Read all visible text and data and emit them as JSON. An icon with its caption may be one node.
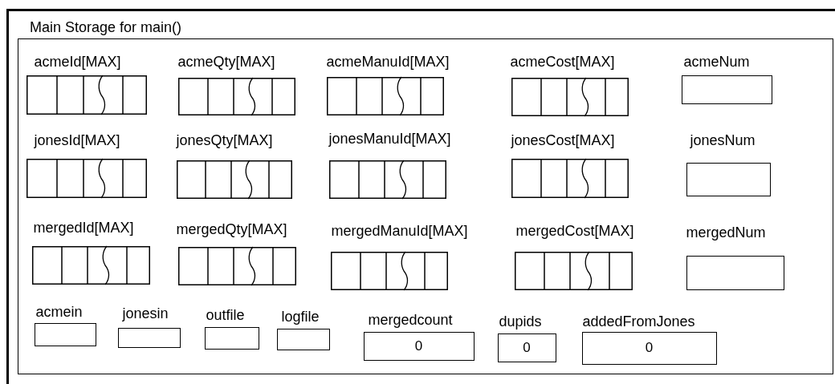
{
  "diagram": {
    "nodes": [
      {
        "text": [
          "Main Storage for main()"
        ]
      },
      {
        "text": [
          "acmeId[MAX]"
        ],
        "in": 0
      },
      {
        "text": [
          "acmeQty[MAX]"
        ],
        "in": 0
      },
      {
        "text": [
          "acmeManuId[MAX]"
        ],
        "in": 0
      },
      {
        "text": [
          "acmeCost[MAX]"
        ],
        "in": 0
      },
      {
        "text": [
          "acmeNum"
        ],
        "in": 0
      },
      {
        "text": [
          "jonesId[MAX]"
        ],
        "in": 0
      },
      {
        "text": [
          "jonesQty[MAX]"
        ],
        "in": 0
      },
      {
        "text": [
          "jonesManuId[MAX]"
        ],
        "in": 0
      },
      {
        "text": [
          "jonesCost[MAX]"
        ],
        "in": 0
      },
      {
        "text": [
          "jonesNum"
        ],
        "in": 0
      },
      {
        "text": [
          "mergedId[MAX]"
        ],
        "in": 0
      },
      {
        "text": [
          "mergedQty[MAX]"
        ],
        "in": 0
      },
      {
        "text": [
          "mergedManuId[MAX]"
        ],
        "in": 0
      },
      {
        "text": [
          "mergedCost[MAX]"
        ],
        "in": 0
      },
      {
        "text": [
          "mergedNum"
        ],
        "in": 0
      },
      {
        "text": [
          "acmein"
        ],
        "in": 0
      },
      {
        "text": [
          "jonesin"
        ],
        "in": 0
      },
      {
        "text": [
          "outfile"
        ],
        "in": 0
      },
      {
        "text": [
          "logfile"
        ],
        "in": 0
      },
      {
        "text": [
          "mergedcount",
          "0"
        ],
        "in": 0
      },
      {
        "text": [
          "dupids",
          "0"
        ],
        "in": 0
      },
      {
        "text": [
          "addedFromJones",
          "0"
        ],
        "in": 0
      }
    ]
  }
}
